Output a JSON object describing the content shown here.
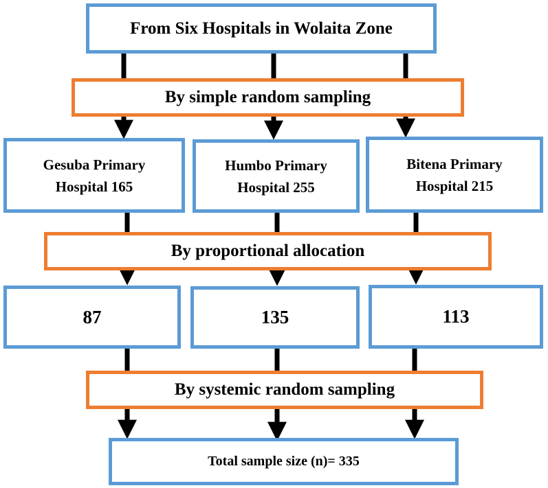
{
  "diagram": {
    "top_box": "From Six Hospitals in Wolaita Zone",
    "step1": "By simple random sampling",
    "hospitals": [
      {
        "line1": "Gesuba Primary",
        "line2": "Hospital 165"
      },
      {
        "line1": "Humbo Primary",
        "line2": "Hospital 255"
      },
      {
        "line1": "Bitena Primary",
        "line2": "Hospital 215"
      }
    ],
    "step2": "By proportional allocation",
    "allocations": [
      "87",
      "135",
      "113"
    ],
    "step3": "By systemic random sampling",
    "total": "Total sample size (n)= 335"
  },
  "colors": {
    "process_border": "#5b9bd5",
    "method_border": "#ed7d31",
    "arrow": "#000000"
  }
}
